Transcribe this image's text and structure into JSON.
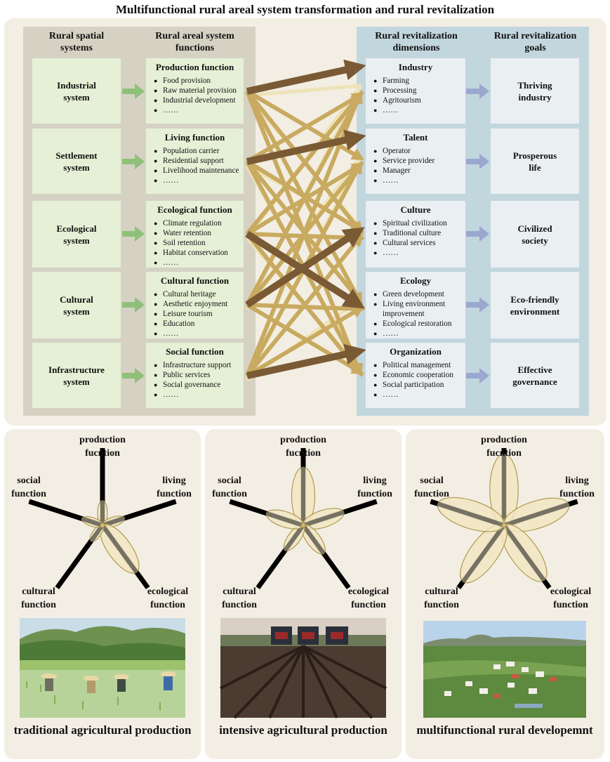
{
  "title": "Multifunctional rural areal system transformation and rural revitalization",
  "headers": {
    "col1": "Rural spatial systems",
    "col2": "Rural areal system functions",
    "col3": "Rural revitalization dimensions",
    "col4": "Rural revitalization goals"
  },
  "systems": [
    "Industrial system",
    "Settlement system",
    "Ecological system",
    "Cultural system",
    "Infrastructure system"
  ],
  "functions": [
    {
      "title": "Production function",
      "items": [
        "Food provision",
        "Raw material provision",
        "Industrial development",
        "……"
      ]
    },
    {
      "title": "Living function",
      "items": [
        "Population carrier",
        "Residential support",
        "Livelihood maintenance",
        "……"
      ]
    },
    {
      "title": "Ecological function",
      "items": [
        "Climate regulation",
        "Water retention",
        "Soil retention",
        "Habitat conservation",
        "……"
      ]
    },
    {
      "title": "Cultural function",
      "items": [
        "Cultural heritage",
        "Aesthetic enjoyment",
        "Leisure tourism",
        "Education",
        "……"
      ]
    },
    {
      "title": "Social function",
      "items": [
        "Infrastructure support",
        "Public services",
        "Social governance",
        "……"
      ]
    }
  ],
  "dimensions": [
    {
      "title": "Industry",
      "items": [
        "Farming",
        "Processing",
        "Agritourism",
        "……"
      ]
    },
    {
      "title": "Talent",
      "items": [
        "Operator",
        "Service provider",
        "Manager",
        "……"
      ]
    },
    {
      "title": "Culture",
      "items": [
        "Spiritual civilization",
        "Traditional culture",
        "Cultural services",
        "……"
      ]
    },
    {
      "title": "Ecology",
      "items": [
        "Green development",
        "Living environment improvement",
        "Ecological restoration",
        "……"
      ]
    },
    {
      "title": "Organization",
      "items": [
        "Political management",
        "Economic cooperation",
        "Social participation",
        "……"
      ]
    }
  ],
  "goals": [
    "Thriving industry",
    "Prosperous life",
    "Civilized society",
    "Eco-friendly environment",
    "Effective governance"
  ],
  "colors": {
    "strong_link": "#7a5a34",
    "medium_link": "#c8aa60",
    "weak_link": "#eee3b8",
    "green_arrow": "#8fc07a",
    "blue_arrow": "#9aa8d0",
    "petal_fill": "#f1e6c0",
    "petal_stroke": "#b09a50"
  },
  "radar_labels": {
    "production": "production fucntion",
    "living": "living function",
    "ecological": "ecological function",
    "cultural": "cultural function",
    "social": "social function"
  },
  "panels": [
    {
      "caption": "traditional agricultural production",
      "scores": [
        0.32,
        0.3,
        0.75,
        0.25,
        0.28
      ],
      "photo": "farmers-planting-rice-photo"
    },
    {
      "caption": "intensive agricultural production",
      "scores": [
        0.75,
        0.55,
        0.45,
        0.4,
        0.5
      ],
      "photo": "tractors-plowing-field-photo"
    },
    {
      "caption": "multifunctional rural developemnt",
      "scores": [
        0.92,
        0.88,
        0.88,
        0.9,
        0.9
      ],
      "photo": "village-aerial-view-photo"
    }
  ]
}
